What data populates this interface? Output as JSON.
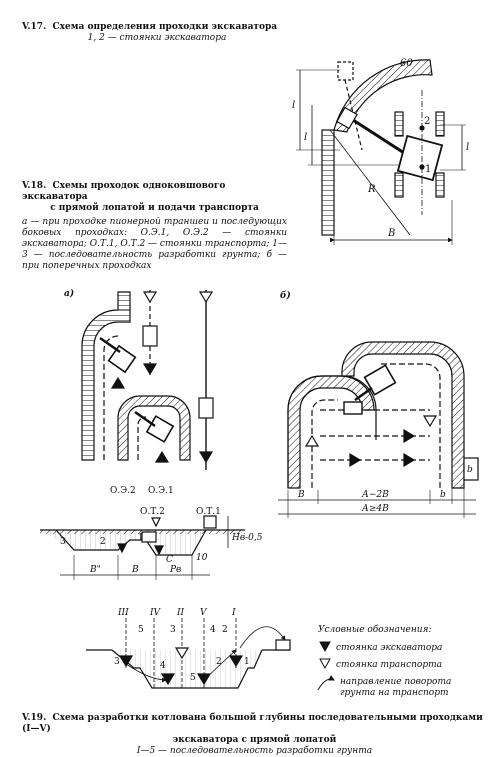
{
  "fig17": {
    "number": "V.17.",
    "title": "Схема определения проходки экскаватора",
    "subtitle": "1, 2 — стоянки экскаватора",
    "labels": {
      "l_top": "l",
      "l_mid": "l",
      "l_right": "l",
      "r": "R",
      "b": "B",
      "n1": "1",
      "n2": "2",
      "n60": "60"
    }
  },
  "fig18": {
    "number": "V.18.",
    "title": "Схемы проходок одноковшового экскаватора",
    "title2": "с прямой лопатой и подачи транспорта",
    "body": "а — при проходке пионерной траншеи и последующих боковых проходках: О.Э.1, О.Э.2 — стоянки экскаватора; О.Т.1, О.Т.2 — стоянки транспорта; 1—3 — последовательность разработки грунта; б — при поперечных проходках",
    "panel_a": "а)",
    "panel_b": "б)",
    "oe2": "О.Э.2",
    "oe1": "О.Э.1",
    "ot2": "О.Т.2",
    "ot1": "О.Т.1",
    "hv": "Hв-0,5",
    "dims_a": {
      "b2": "B\"",
      "b": "B",
      "c": "C",
      "pv": "Pв",
      "ten": "10"
    },
    "dims_b": {
      "b": "B",
      "a2b": "А−2В",
      "bsmall": "b",
      "agt": "А≥4В",
      "bright": "b"
    },
    "nums": {
      "n3": "3",
      "n2": "2",
      "n1": "1"
    }
  },
  "fig19": {
    "number": "V.19.",
    "title": "Схема разработки котлована большой глубины последовательными проходками",
    "range": "(I—V)",
    "title2": "экскаватора с прямой лопатой",
    "subtitle": "I—5 — последовательность разработки грунта",
    "romans": [
      "III",
      "IV",
      "II",
      "V",
      "I"
    ],
    "digits_top": [
      "5",
      "3",
      "4",
      "2"
    ],
    "digits_bottom": [
      "3",
      "4",
      "5",
      "2",
      "1"
    ]
  },
  "legend": {
    "title": "Условные обозначения:",
    "item1": "стоянка экскаватора",
    "item2": "стоянка транспорта",
    "item3a": "направление поворота",
    "item3b": "грунта на транспорт"
  }
}
